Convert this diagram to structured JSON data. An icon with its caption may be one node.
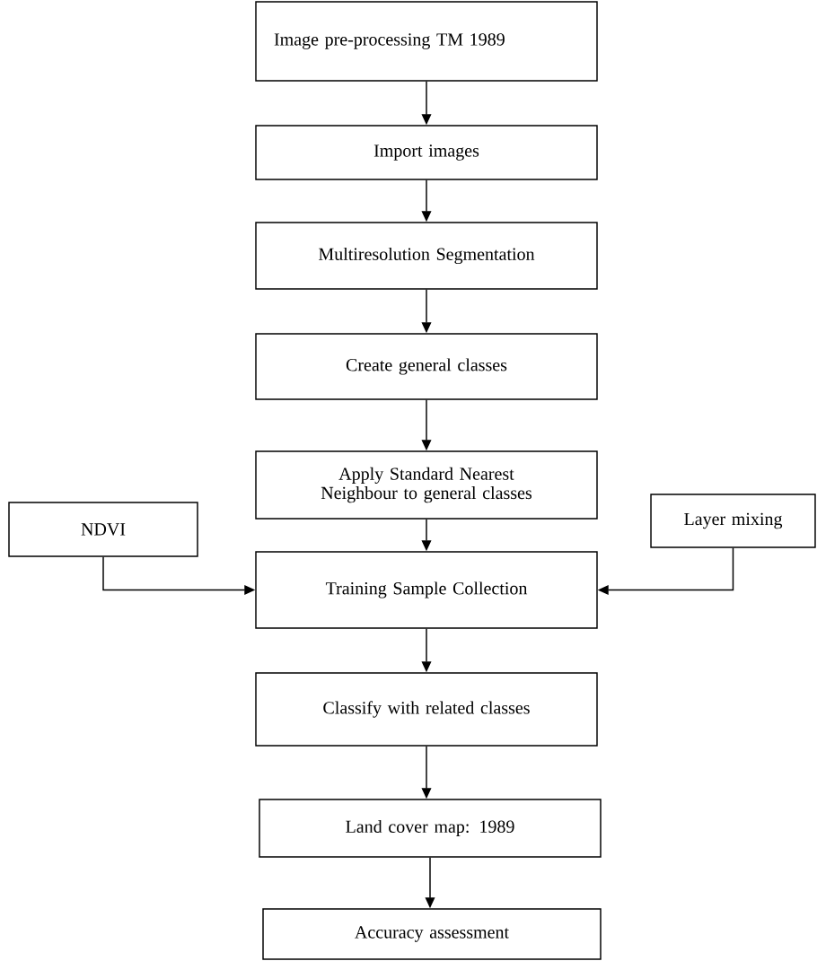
{
  "diagram": {
    "nodes": [
      {
        "text": [
          "Image pre-processing TM 1989"
        ]
      },
      {
        "text": [
          "Import images"
        ]
      },
      {
        "text": [
          "Multiresolution Segmentation"
        ]
      },
      {
        "text": [
          "Create general classes"
        ]
      },
      {
        "text": [
          "Apply Standard Nearest Neighbour to general classes"
        ]
      },
      {
        "text": [
          "NDVI"
        ]
      },
      {
        "text": [
          "Layer mixing"
        ]
      },
      {
        "text": [
          "Training Sample Collection"
        ]
      },
      {
        "text": [
          "Classify with related classes"
        ]
      },
      {
        "text": [
          "Land cover map: 1989"
        ]
      },
      {
        "text": [
          "Accuracy assessment"
        ]
      }
    ],
    "edges": [
      {
        "from": 0,
        "to": 1,
        "arrow": "to"
      },
      {
        "from": 1,
        "to": 2,
        "arrow": "to"
      },
      {
        "from": 2,
        "to": 3,
        "arrow": "to"
      },
      {
        "from": 3,
        "to": 4,
        "arrow": "to"
      },
      {
        "from": 4,
        "to": 7,
        "arrow": "to"
      },
      {
        "from": 5,
        "to": 7,
        "arrow": "to"
      },
      {
        "from": 6,
        "to": 7,
        "arrow": "to"
      },
      {
        "from": 7,
        "to": 8,
        "arrow": "to"
      },
      {
        "from": 8,
        "to": 9,
        "arrow": "to"
      },
      {
        "from": 9,
        "to": 10,
        "arrow": "to"
      }
    ]
  }
}
